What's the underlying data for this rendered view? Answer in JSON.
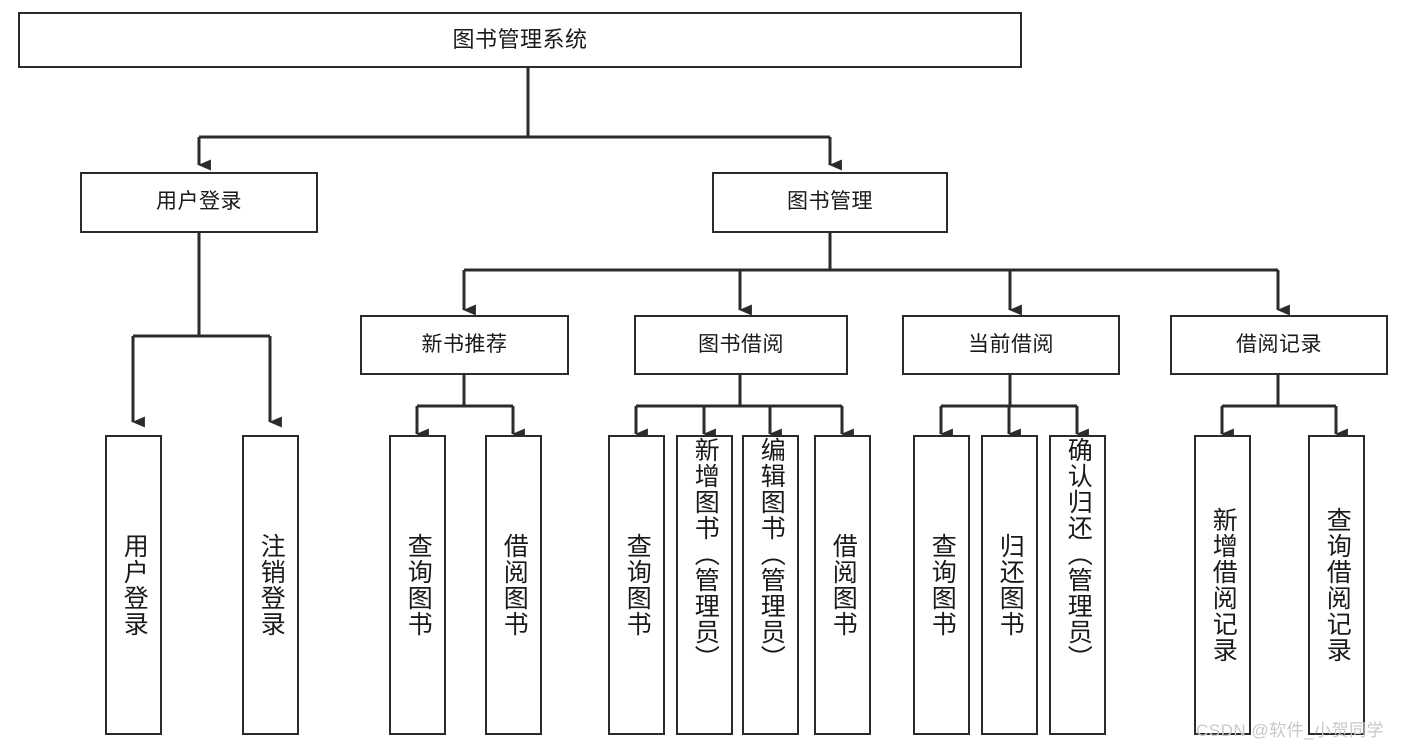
{
  "diagram": {
    "title": "图书管理系统",
    "type": "tree",
    "accent_color": "#2b2b2b",
    "background_color": "#ffffff",
    "watermark": "CSDN @软件_小贺同学",
    "nodes": {
      "root": {
        "label": "图书管理系统"
      },
      "level1": [
        {
          "id": "user-login",
          "label": "用户登录"
        },
        {
          "id": "book-manage",
          "label": "图书管理"
        }
      ],
      "level2": [
        {
          "id": "new-book-recommend",
          "label": "新书推荐"
        },
        {
          "id": "book-borrow",
          "label": "图书借阅"
        },
        {
          "id": "current-borrow",
          "label": "当前借阅"
        },
        {
          "id": "borrow-record",
          "label": "借阅记录"
        }
      ],
      "leaves": {
        "user_login": [
          {
            "id": "leaf-user-login",
            "label": "用户登录"
          },
          {
            "id": "leaf-logout",
            "label": "注销登录"
          }
        ],
        "new_book_recommend": [
          {
            "id": "leaf-query-book-1",
            "label": "查询图书"
          },
          {
            "id": "leaf-borrow-book-1",
            "label": "借阅图书"
          }
        ],
        "book_borrow": [
          {
            "id": "leaf-query-book-2",
            "label": "查询图书"
          },
          {
            "id": "leaf-add-book",
            "label": "新增图书（管理员）"
          },
          {
            "id": "leaf-edit-book",
            "label": "编辑图书（管理员）"
          },
          {
            "id": "leaf-borrow-book-2",
            "label": "借阅图书"
          }
        ],
        "current_borrow": [
          {
            "id": "leaf-query-book-3",
            "label": "查询图书"
          },
          {
            "id": "leaf-return-book",
            "label": "归还图书"
          },
          {
            "id": "leaf-confirm-return",
            "label": "确认归还（管理员）"
          }
        ],
        "borrow_record": [
          {
            "id": "leaf-add-record",
            "label": "新增借阅记录"
          },
          {
            "id": "leaf-query-record",
            "label": "查询借阅记录"
          }
        ]
      }
    }
  }
}
